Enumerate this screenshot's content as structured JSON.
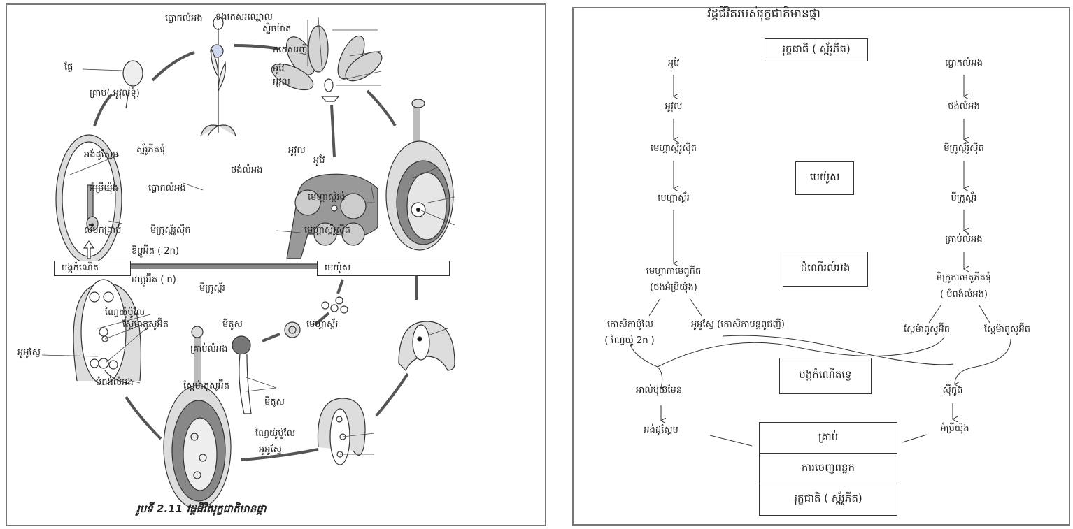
{
  "left": {
    "caption": "រូបទី 2.11 វដ្តជីវិតរុក្ខជាតិមានផ្កា",
    "labels": {
      "anther_top": "ប្លោកលំអង",
      "filament": "ទងកេសរឈ្មោល",
      "stigma": "ស្ទិចម៉ាត",
      "pistil": "កកេសរញី",
      "ovary_top": "អូវែ",
      "ovule_top": "អូវុល",
      "fruit": "ផ្លែ",
      "seed": "គ្រាប់( អូវុលទុំ)",
      "mature_sporophyte": "ស្ព័រូភីតទុំ",
      "endosperm": "អង់ដូស្ពែម",
      "embryo": "អំប្រីយ៉ុង",
      "seed_coat": "សំបកគ្រាប់",
      "pollen_sac": "ថង់លំអង",
      "anther_mid": "ប្លោកលំអង",
      "microsporocyte": "មីក្រូស្ព័រូស៊ីត",
      "ovule_mid": "អូវុល",
      "ovary_mid": "អូវែ",
      "megasporangium": "មេហ្គាស្ព័រង់",
      "megasporocyte": "មេហ្គាស្ព័រូស៊ីត",
      "diploid": "ឌីប្លូអ៊ីត ( 2n)",
      "haploid": "អាប្លូអ៊ីត ( n)",
      "fertilization": "បង្កកំណើត",
      "meiosis": "មេយ៉ូស",
      "microspore": "មីក្រូស្ព័រ",
      "mitosis_a": "មីតូស",
      "pollen_grain": "គ្រាប់លំអង",
      "sperm_a": "ស្ពែម៉ាតូសូអ៊ីត",
      "megaspore": "មេហ្គាស្ព័រ",
      "mitosis_b": "មីតូស",
      "polar_nuclei_a": "ណ្វៃយ៉ូប៉ូលែ",
      "sperm_b": "ស្ពែម៉ាតូសូអ៊ីត",
      "egg_a": "អូអូស្វែ",
      "pollen_tube": "បំពង់លំអង",
      "polar_nuclei_b": "ណ្វៃយ៉ូប៉ូលែ",
      "egg_b": "អូអូស្វែ"
    }
  },
  "right": {
    "title": "វដ្តជីវិតរបស់រុក្ខជាតិមានផ្កា",
    "top_box": "រុក្ខជាតិ ( ស្ព័រូភីត)",
    "female_chain": [
      "អូវែ",
      "អូវុល",
      "មេហ្គាស្ព័រូស៊ីត",
      "មេហ្គាស្ព័រ",
      "មេហ្គាកាមេតូភីត",
      "(ថង់អំប្រីយ៉ុង)"
    ],
    "male_chain": [
      "ប្លោកលំអង",
      "ថង់លំអង",
      "មីក្រូស្ព័រូស៊ីត",
      "មីក្រូស្ព័រ",
      "គ្រាប់លំអង",
      "មីក្រូកាមេតូភីតទុំ",
      "( បំពង់លំអង)"
    ],
    "meiosis_box": "មេយ៉ូស",
    "pollination_box": "ដំណើរលំអង",
    "double_fertilization_box": "បង្កកំណើតទ្វេ",
    "polar_cell": "កោសិកាប៉ូលែ",
    "polar_cell_note": "( ណ្វៃយ៉ូ 2n )",
    "egg": "អូអូស្វែ (កោសិកាបន្តពូជញី)",
    "sperm_1": "ស្ពែម៉ាតូសូអ៊ីត",
    "sperm_2": "ស្ពែម៉ាតូសូអ៊ីត",
    "albumen": "អាល់ប៊ុយមែន",
    "endosperm": "អង់ដូស្ពែម",
    "zygote": "ស៊ីកូត",
    "embryo": "អំប្រីយ៉ុង",
    "result_stack": [
      "គ្រាប់",
      "ការចេញពន្លក",
      "រុក្ខជាតិ ( ស្ព័រូភីត)"
    ]
  },
  "colors": {
    "tissue_light": "#d4d4d4",
    "tissue_dark": "#8a8a8a",
    "line": "#333333"
  }
}
